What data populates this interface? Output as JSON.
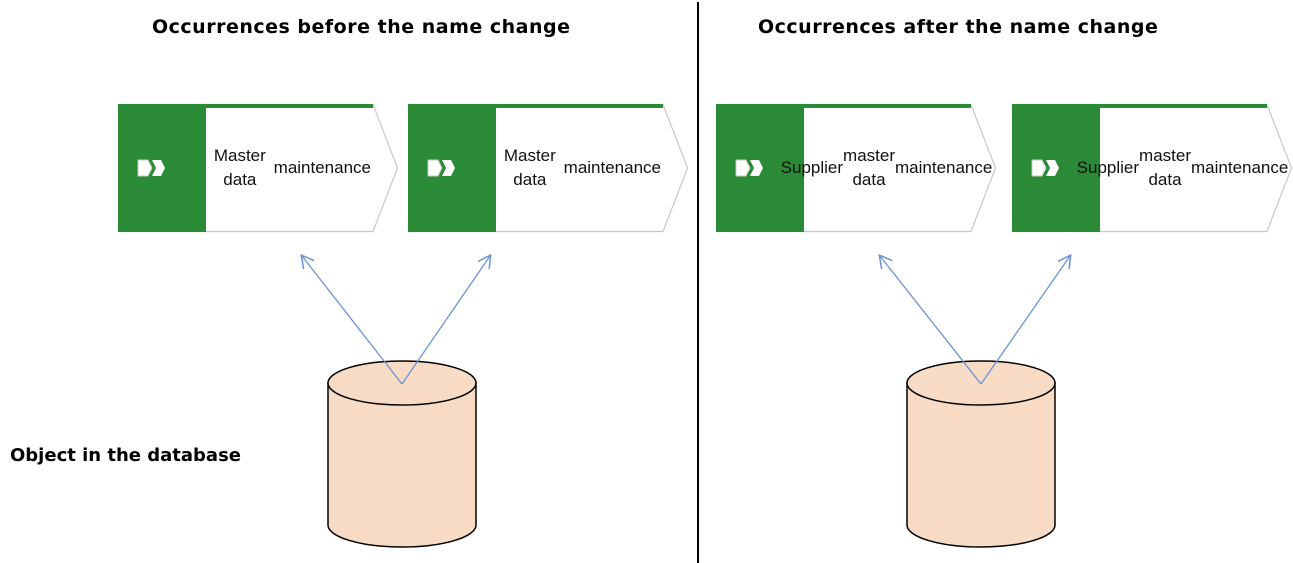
{
  "sections": {
    "before": {
      "heading": "Occurrences before the name change"
    },
    "after": {
      "heading": "Occurrences after the name change"
    }
  },
  "database_label": "Object in the database",
  "functions": [
    {
      "label": "Master data maintenance",
      "lines": [
        "Master data",
        "maintenance"
      ]
    },
    {
      "label": "Master data maintenance",
      "lines": [
        "Master data",
        "maintenance"
      ]
    },
    {
      "label": "Supplier master data maintenance",
      "lines": [
        "Supplier",
        "master data",
        "maintenance"
      ]
    },
    {
      "label": "Supplier master data maintenance",
      "lines": [
        "Supplier",
        "master data",
        "maintenance"
      ]
    }
  ],
  "icons": {
    "function_symbol": "double-chevron-icon",
    "database": "database-cylinder-icon",
    "connector": "arrow-icon"
  },
  "colors": {
    "function_band": "#2b8a35",
    "function_border": "#c8c8c8",
    "database_fill": "#f7dbc4",
    "arrow": "#6a93d4"
  }
}
